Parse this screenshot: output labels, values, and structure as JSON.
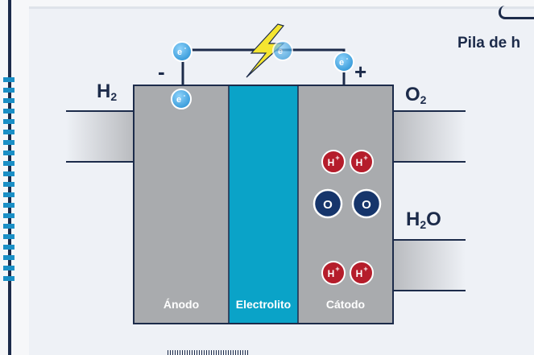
{
  "title": "Pila de h",
  "gases": {
    "h2_main": "H",
    "h2_sub": "2",
    "o2_main": "O",
    "o2_sub": "2",
    "h2o_h": "H",
    "h2o_sub": "2",
    "h2o_o": "O"
  },
  "signs": {
    "minus": "-",
    "plus": "+"
  },
  "regions": {
    "anode": "Ánodo",
    "electrolyte": "Electrolito",
    "cathode": "Cátodo"
  },
  "particles": {
    "electron": "e",
    "electron_charge": "-",
    "proton": "H",
    "proton_charge": "+",
    "oxygen": "O"
  },
  "colors": {
    "navy": "#1c2b4a",
    "electrode_gray": "#a9abae",
    "electrolyte_blue": "#0aa3c8",
    "proton_red": "#b51d2b",
    "oxygen_navy": "#16356b",
    "electron_blue": "#3aa8e6",
    "bolt_yellow": "#f4e531"
  }
}
